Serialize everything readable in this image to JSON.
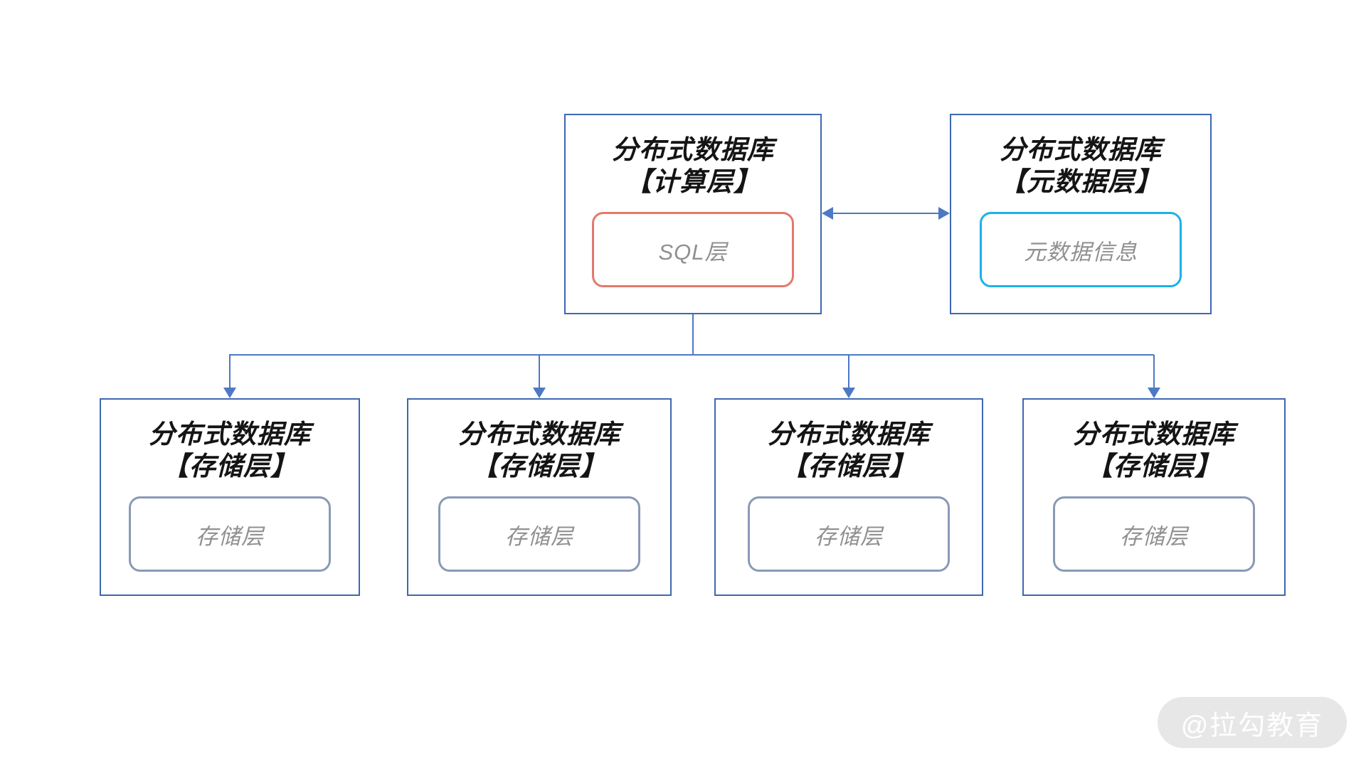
{
  "diagram": {
    "nodes": {
      "compute": {
        "title_line1": "分布式数据库",
        "title_line2": "【计算层】",
        "inner_label": "SQL层"
      },
      "metadata": {
        "title_line1": "分布式数据库",
        "title_line2": "【元数据层】",
        "inner_label": "元数据信息"
      },
      "storage": [
        {
          "title_line1": "分布式数据库",
          "title_line2": "【存储层】",
          "inner_label": "存储层"
        },
        {
          "title_line1": "分布式数据库",
          "title_line2": "【存储层】",
          "inner_label": "存储层"
        },
        {
          "title_line1": "分布式数据库",
          "title_line2": "【存储层】",
          "inner_label": "存储层"
        },
        {
          "title_line1": "分布式数据库",
          "title_line2": "【存储层】",
          "inner_label": "存储层"
        }
      ]
    },
    "colors": {
      "node_border": "#3e68b0",
      "connector": "#4d79c4",
      "sql_accent": "#e3796c",
      "metadata_accent": "#1fb0e8",
      "storage_accent": "#8a99b5",
      "inner_text": "#909090",
      "title_text": "#141414",
      "watermark_bg": "#e7e7e7",
      "watermark_text": "#ffffff"
    },
    "watermark": {
      "text": "@拉勾教育"
    }
  }
}
